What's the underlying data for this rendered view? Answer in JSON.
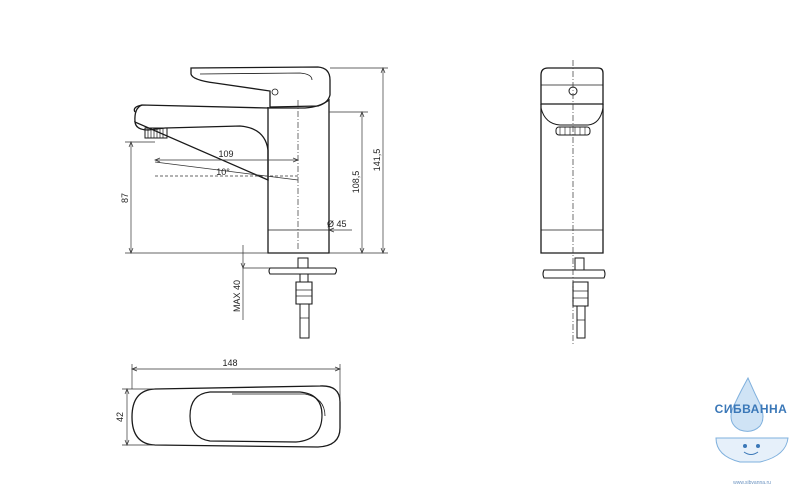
{
  "dimensions": {
    "spout_reach": "109",
    "spout_angle": "10°",
    "spout_height": "87",
    "body_height": "108,5",
    "total_height": "141,5",
    "base_diameter": "Ø 45",
    "max_thickness": "MAX 40",
    "top_length": "148",
    "top_width": "42"
  },
  "logo": {
    "name": "СИБВАННА",
    "url": "www.sibvanna.ru"
  },
  "colors": {
    "line": "#1a1a1a",
    "dim_line": "#333333",
    "logo_blue": "#3b78b8"
  }
}
